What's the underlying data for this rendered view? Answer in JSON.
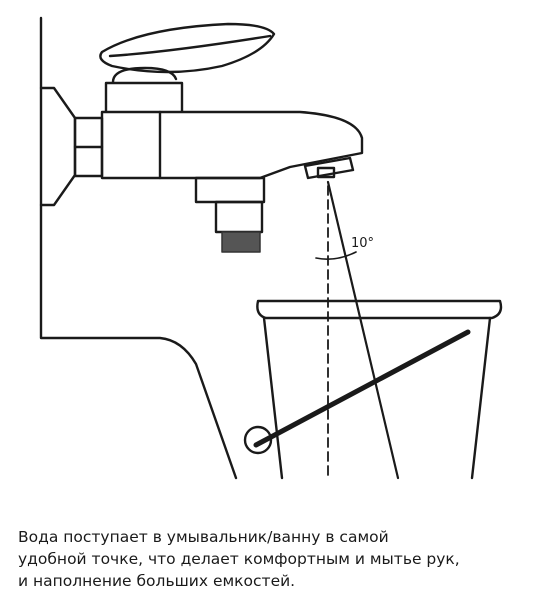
{
  "diagram": {
    "angle_label": "10°"
  },
  "caption": {
    "lines": [
      "Вода поступает в умывальник/ванну в самой",
      "удобной точке, что делает комфортным и мытье рук,",
      "и наполнение больших емкостей."
    ]
  }
}
